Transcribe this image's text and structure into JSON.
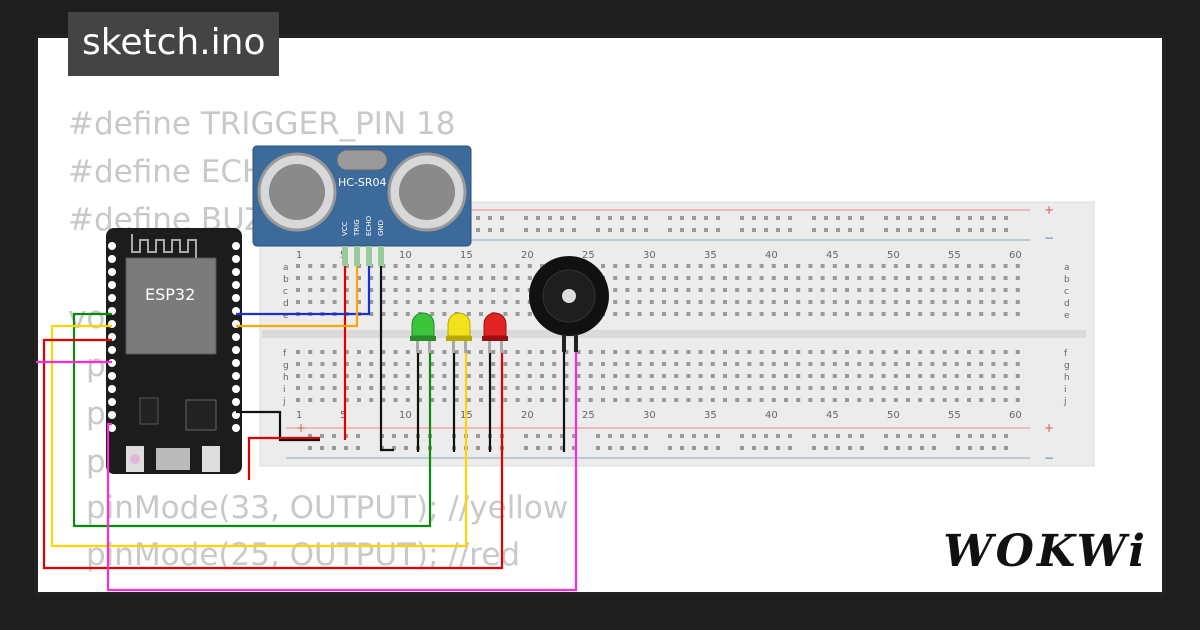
{
  "tab": {
    "filename": "sketch.ino"
  },
  "code_lines": [
    "#define TRIGGER_PIN 18",
    "#define ECH",
    "#define BUZ",
    "vo",
    "pi",
    "pi",
    "pi",
    "pinMode(33, OUTPUT); //yellow",
    "pinMode(25, OUTPUT); //red",
    "",
    ")"
  ],
  "sensor": {
    "model": "HC-SR04",
    "pins": [
      "VCC",
      "TRIG",
      "ECHO",
      "GND"
    ]
  },
  "mcu": {
    "label": "ESP32"
  },
  "breadboard": {
    "column_numbers": [
      "1",
      "5",
      "10",
      "15",
      "20",
      "25",
      "30",
      "35",
      "40",
      "45",
      "50",
      "55",
      "60"
    ],
    "rows_top": [
      "a",
      "b",
      "c",
      "d",
      "e"
    ],
    "rows_bottom": [
      "f",
      "g",
      "h",
      "i",
      "j"
    ],
    "rail_plus": "+",
    "rail_minus": "−"
  },
  "leds": [
    {
      "color": "green",
      "hex": "#3cc43c"
    },
    {
      "color": "yellow",
      "hex": "#f2e21c"
    },
    {
      "color": "red",
      "hex": "#e12424"
    }
  ],
  "wire_colors": {
    "red": "#e00000",
    "black": "#111111",
    "blue": "#1a30d6",
    "orange": "#ffa500",
    "green": "#0a8a0a",
    "yellow": "#ffd400",
    "magenta": "#ff2ad4"
  },
  "brand": {
    "name": "WOKWi"
  }
}
